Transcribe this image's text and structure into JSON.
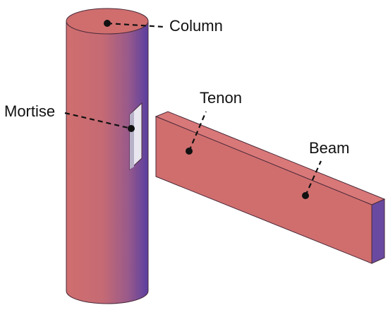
{
  "labels": {
    "column": "Column",
    "mortise": "Mortise",
    "tenon": "Tenon",
    "beam": "Beam"
  },
  "colors": {
    "body": "#d06e6e",
    "shade": "#5a3fa0",
    "slot": "#e8e6ef",
    "outline": "#4a2a3a",
    "text": "#111111"
  }
}
